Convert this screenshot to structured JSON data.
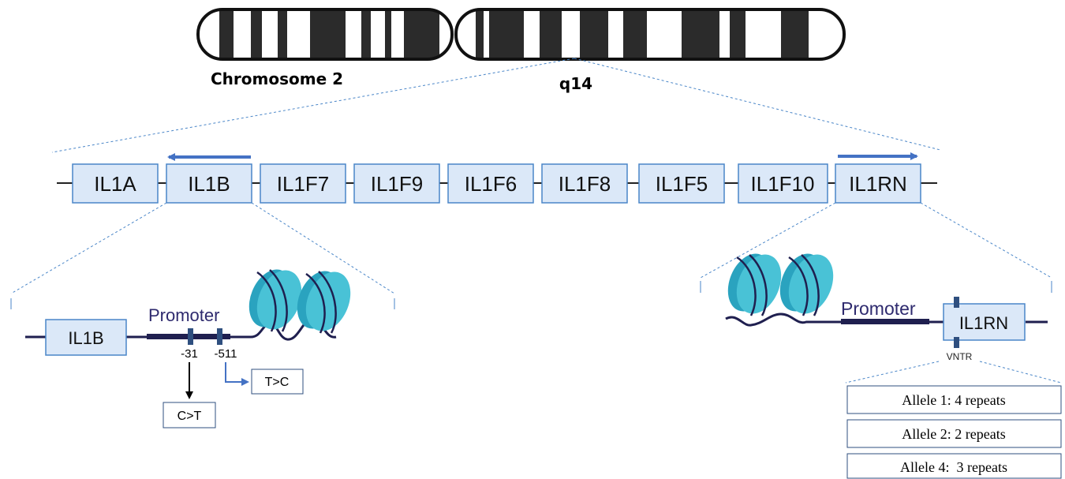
{
  "chromosome": {
    "name": "Chromosome 2",
    "band": "q14"
  },
  "gene_cluster": {
    "genes": [
      "IL1A",
      "IL1B",
      "IL1F7",
      "IL1F9",
      "IL1F6",
      "IL1F8",
      "IL1F5",
      "IL1F10",
      "IL1RN"
    ]
  },
  "il1b_detail": {
    "gene": "IL1B",
    "promoter": "Promoter",
    "snp1": {
      "position": "-31",
      "change": "C>T"
    },
    "snp2": {
      "position": "-511",
      "change": "T>C"
    }
  },
  "il1rn_detail": {
    "gene": "IL1RN",
    "promoter": "Promoter",
    "vntr": "VNTR",
    "alleles": [
      "Allele 1: 4 repeats",
      "Allele 2: 2 repeats",
      "Allele 4:  3 repeats"
    ]
  },
  "colors": {
    "gene_box_fill": "#dbe8f8",
    "gene_box_stroke": "#4a86c8",
    "arrow": "#4472c4",
    "dna": "#1f1f4f",
    "nucleosome": "#3bb4cc",
    "promoter_text": "#2e2a6e"
  }
}
